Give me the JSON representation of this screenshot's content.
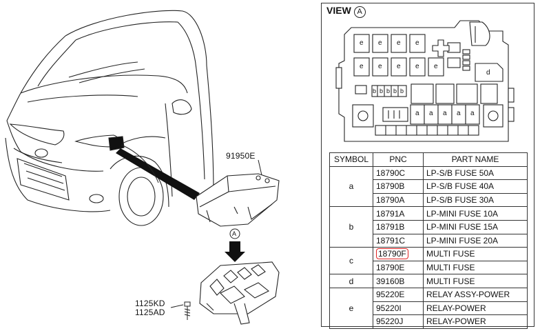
{
  "view_title": "VIEW",
  "view_marker": "A",
  "callouts": {
    "cover_part": "91950E",
    "view_arrow": "A",
    "bolt_1": "1125KD",
    "bolt_2": "1125AD"
  },
  "fuse_box_labels": {
    "e": "e",
    "d": "d",
    "b": "b",
    "a": "a"
  },
  "table": {
    "headers": {
      "symbol": "SYMBOL",
      "pnc": "PNC",
      "part_name": "PART NAME"
    },
    "groups": [
      {
        "symbol": "a",
        "rows": [
          {
            "pnc": "18790C",
            "name": "LP-S/B FUSE 50A"
          },
          {
            "pnc": "18790B",
            "name": "LP-S/B FUSE 40A"
          },
          {
            "pnc": "18790A",
            "name": "LP-S/B FUSE 30A"
          }
        ]
      },
      {
        "symbol": "b",
        "rows": [
          {
            "pnc": "18791A",
            "name": "LP-MINI FUSE 10A"
          },
          {
            "pnc": "18791B",
            "name": "LP-MINI FUSE 15A"
          },
          {
            "pnc": "18791C",
            "name": "LP-MINI FUSE 20A"
          }
        ]
      },
      {
        "symbol": "c",
        "rows": [
          {
            "pnc": "18790F",
            "name": "MULTI FUSE",
            "highlighted": true
          },
          {
            "pnc": "18790E",
            "name": "MULTI FUSE"
          }
        ]
      },
      {
        "symbol": "d",
        "rows": [
          {
            "pnc": "39160B",
            "name": "MULTI FUSE"
          }
        ]
      },
      {
        "symbol": "e",
        "rows": [
          {
            "pnc": "95220E",
            "name": "RELAY ASSY-POWER"
          },
          {
            "pnc": "95220I",
            "name": "RELAY-POWER"
          },
          {
            "pnc": "95220J",
            "name": "RELAY-POWER"
          }
        ]
      }
    ]
  },
  "colors": {
    "line": "#222222",
    "highlight": "#e02020",
    "fill": "#ffffff"
  }
}
